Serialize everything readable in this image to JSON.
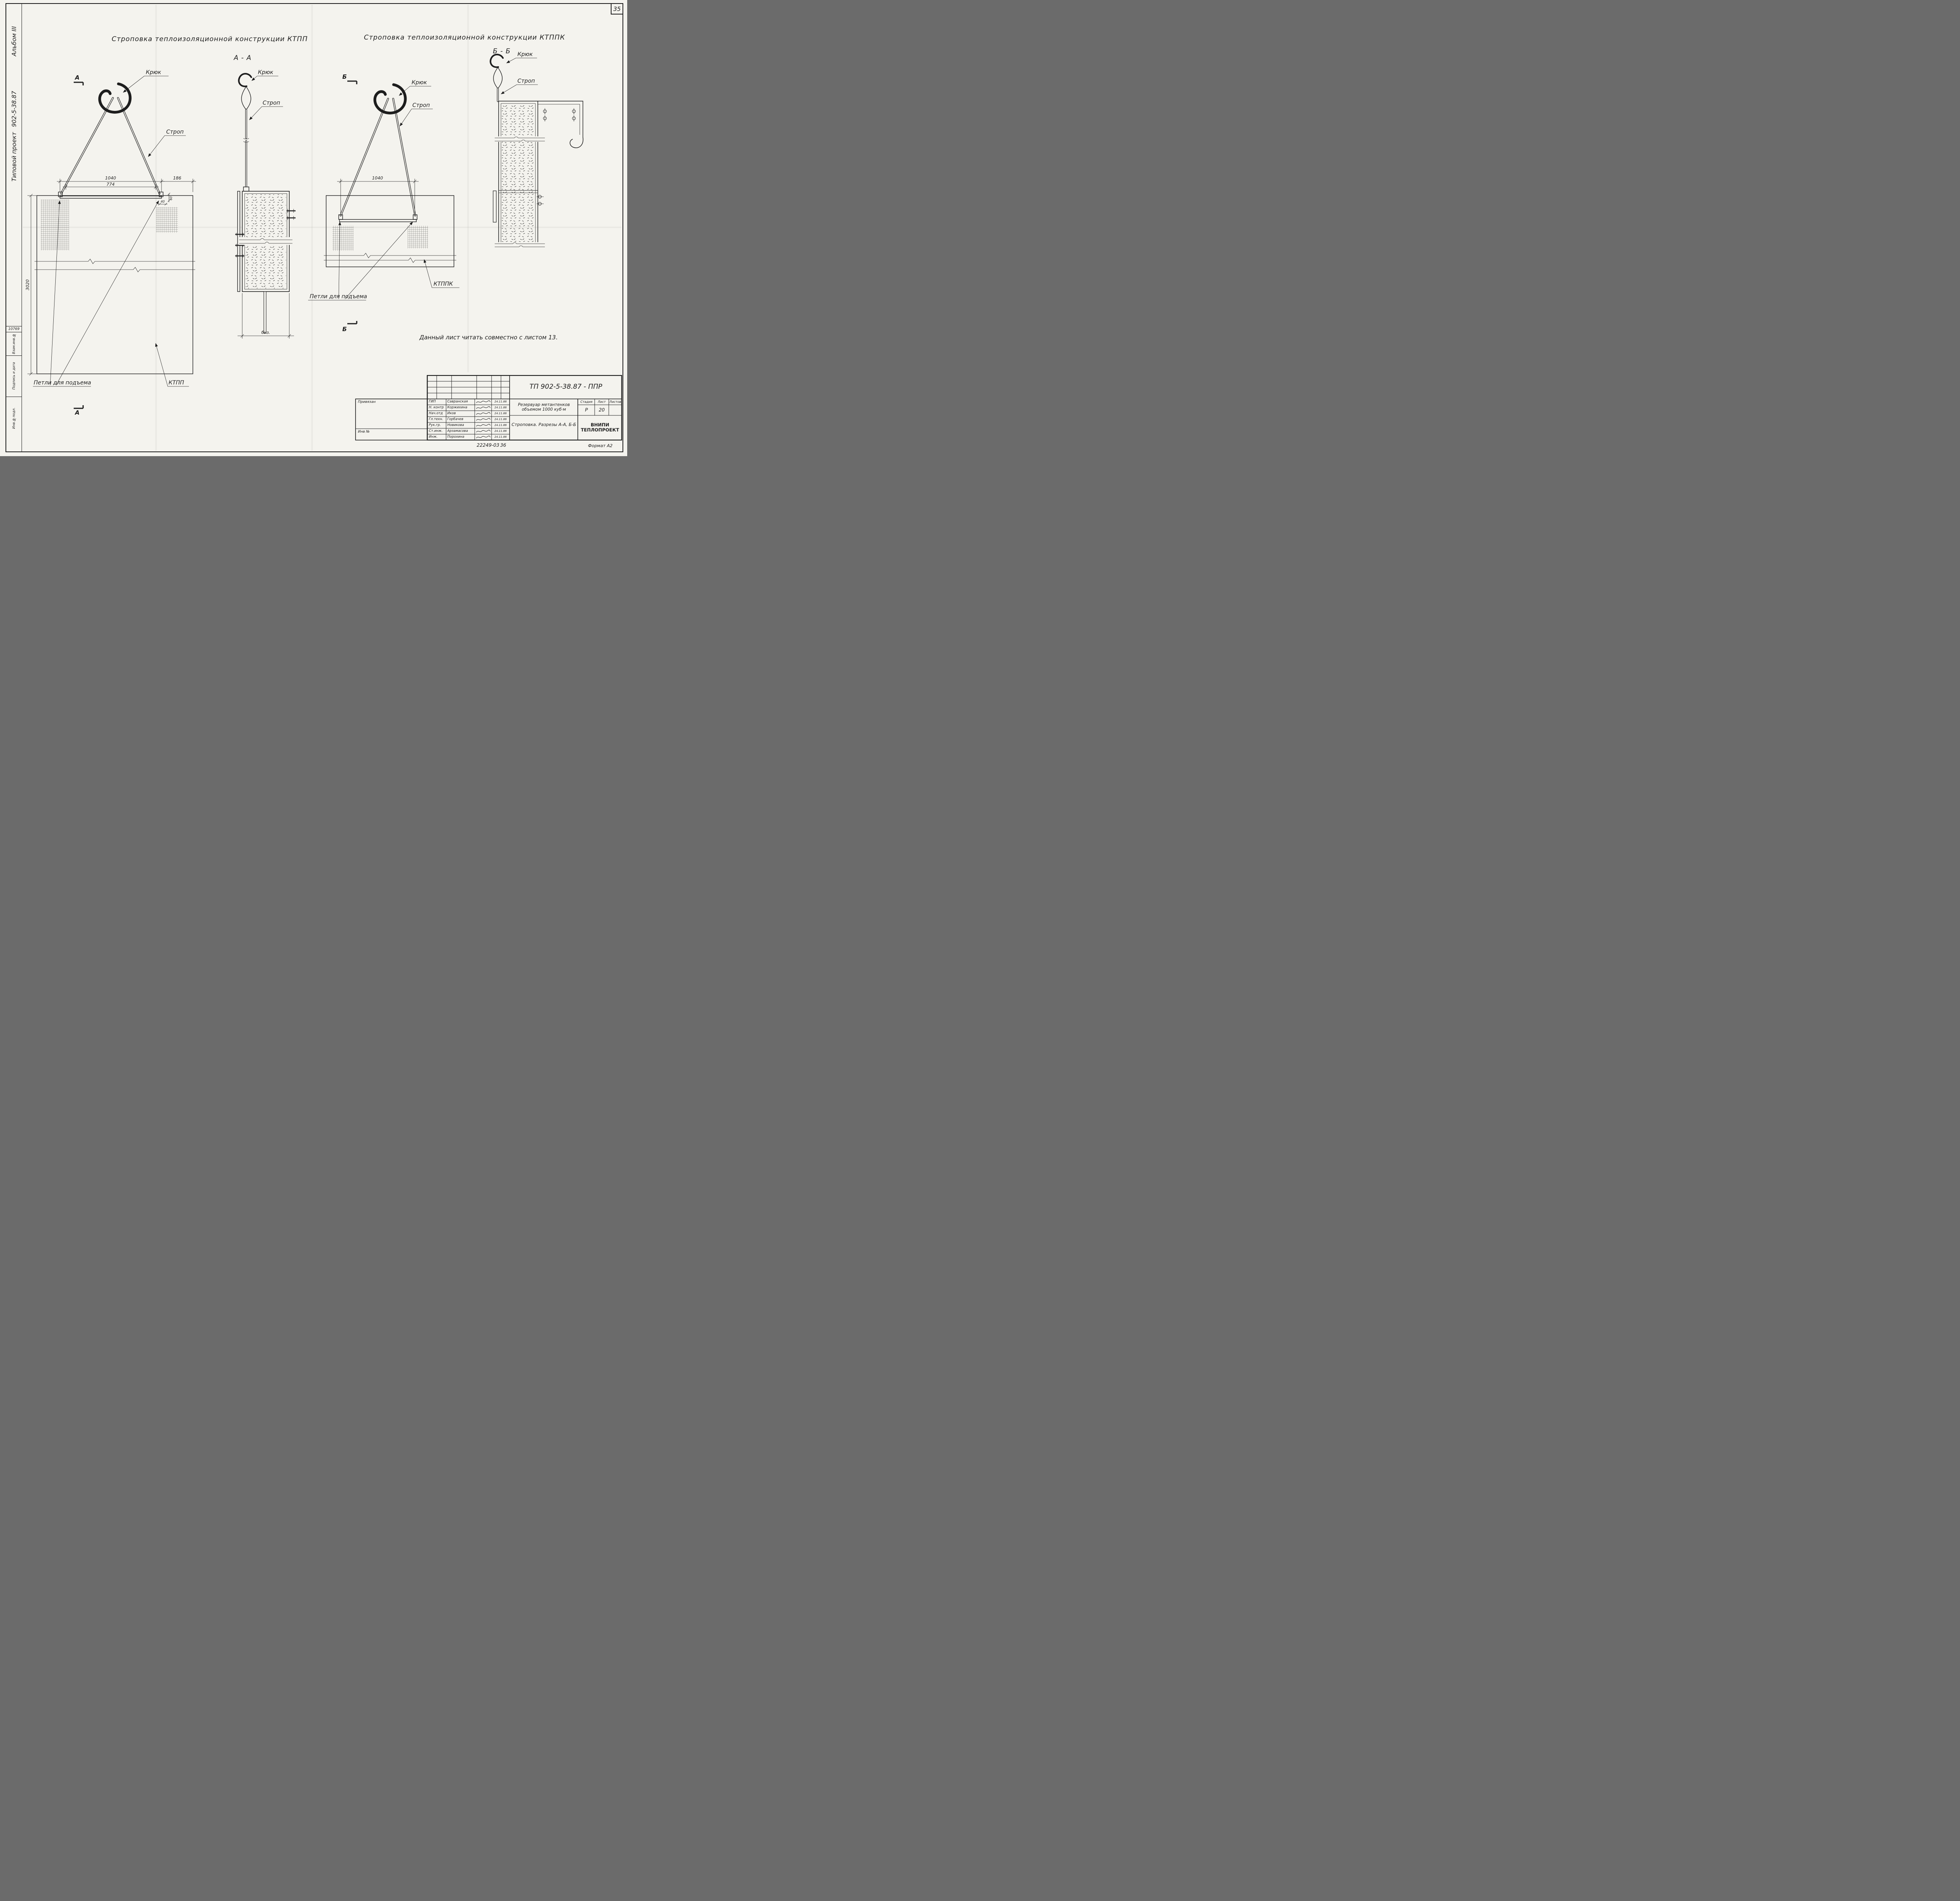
{
  "page": {
    "number": "35"
  },
  "sidebar": {
    "album": "Альбом III",
    "doc_number": "902-5-38.87",
    "project_type": "Типовой проект",
    "inv_small": "10769",
    "vzam": "Взам.инв.№",
    "podpis": "Подпись и дата",
    "inv_podl": "Инв.№подл."
  },
  "titles": {
    "left": "Строповка  теплоизоляционной  конструкции  КТПП",
    "right": "Строповка  теплоизоляционной  конструкции  КТППК"
  },
  "sections": {
    "aa": "А - А",
    "bb": "Б - Б",
    "a": "А",
    "b": "Б"
  },
  "labels": {
    "hook": "Крюк",
    "sling": "Строп",
    "loops": "Петли для подъема",
    "ktpp": "КТПП",
    "ktppk": "КТППК"
  },
  "dims": {
    "d1040": "1040",
    "d774": "774",
    "d186": "186",
    "d3020": "3020",
    "d40": "40",
    "d60": "60",
    "biz": "биз."
  },
  "note": "Данный лист читать совместно с листом 13.",
  "stamp": {
    "doc_code": "ТП 902-5-38.87 - ППР",
    "rows": [
      {
        "role": "ГИП",
        "name": "Савранская",
        "date": "24.11.86"
      },
      {
        "role": "Н. контр",
        "name": "Коржихина",
        "date": "24.11.86"
      },
      {
        "role": "Нач.отд",
        "name": "Иков",
        "date": "24.11.86"
      },
      {
        "role": "Гл.техн.",
        "name": "Горбачев",
        "date": "24.11.86"
      },
      {
        "role": "Рук.гр.",
        "name": "Новикова",
        "date": "24.11.86"
      },
      {
        "role": "Ст.инж.",
        "name": "Арзамасова",
        "date": "24.11.86"
      },
      {
        "role": "Инж.",
        "name": "Порохина",
        "date": "24.11.86"
      }
    ],
    "project_title": "Резервуар метантенков объемом 1000 куб·м",
    "sheet_title": "Строповка. Разрезы А-А, Б-Б",
    "stage_label": "Стадия",
    "sheet_label": "Лист",
    "sheets_label": "Листов",
    "stage": "Р",
    "sheet": "20",
    "org": "ВНИПИ ТЕПЛОПРОЕКТ",
    "privyazan": "Привязан",
    "inv_no": "Инв №",
    "footer_code": "22249-03",
    "footer_num": "36",
    "format": "Формат А2"
  }
}
